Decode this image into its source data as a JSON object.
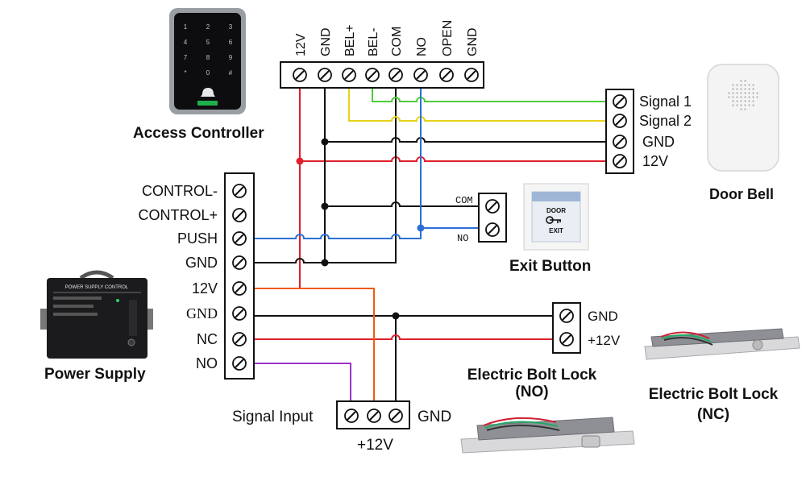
{
  "access_controller": {
    "title": "Access Controller",
    "terminals": [
      "12V",
      "GND",
      "BEL+",
      "BEL-",
      "COM",
      "NO",
      "OPEN",
      "GND"
    ],
    "keypad_keys": [
      "1",
      "2",
      "3",
      "4",
      "5",
      "6",
      "7",
      "8",
      "9",
      "*",
      "0",
      "#"
    ]
  },
  "door_bell": {
    "title": "Door Bell",
    "terminals": [
      "Signal 1",
      "Signal 2",
      "GND",
      "12V"
    ]
  },
  "exit_button": {
    "title": "Exit Button",
    "terminals": [
      "COM",
      "NO"
    ],
    "face_text": [
      "DOOR",
      "EXIT"
    ]
  },
  "power_supply": {
    "title": "Power Supply",
    "terminals": [
      "CONTROL-",
      "CONTROL+",
      "PUSH",
      "GND",
      "12V",
      "GND",
      "NC",
      "NO"
    ],
    "device_header": "POWER SUPPLY CONTROL"
  },
  "bolt_lock_no": {
    "title": "Electric Bolt Lock",
    "subtitle": "(NO)",
    "left_label": "Signal Input",
    "right_label": "GND",
    "bottom_label": "+12V"
  },
  "bolt_lock_nc": {
    "title": "Electric Bolt Lock",
    "subtitle": "(NC)",
    "terminals": [
      "GND",
      "+12V"
    ]
  },
  "colors": {
    "red": "#e0202a",
    "black": "#111111",
    "green": "#4dcc3a",
    "yellow": "#e6d21a",
    "blue": "#2b6fd6",
    "orange": "#f05a14",
    "purple": "#9b34c8"
  }
}
